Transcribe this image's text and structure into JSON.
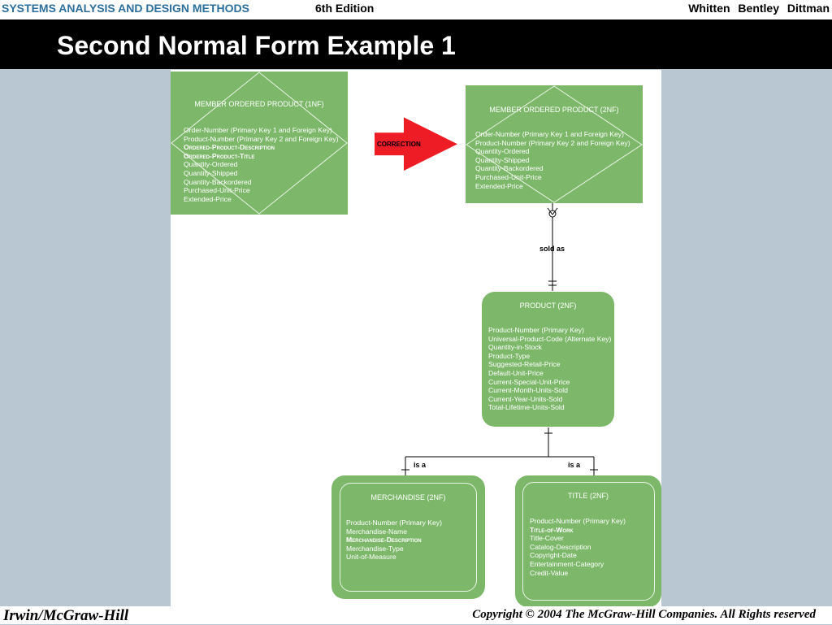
{
  "header": {
    "course_title": "SYSTEMS ANALYSIS AND DESIGN METHODS",
    "edition": "6th Edition",
    "authors": "Whitten   Bentley   Dittman"
  },
  "slide_title": "Second Normal Form Example 1",
  "footer": {
    "publisher": "Irwin/McGraw-Hill",
    "copyright": "Copyright © 2004 The McGraw-Hill Companies. All Rights reserved"
  },
  "diagram": {
    "entity_1nf": {
      "title": "MEMBER ORDERED PRODUCT (1NF)",
      "attributes": [
        {
          "text": "Order-Number (Primary Key 1 and Foreign Key)",
          "sc": false
        },
        {
          "text": "Product-Number (Primary Key 2 and Foreign Key)",
          "sc": false
        },
        {
          "text": "Ordered-Product-Description",
          "sc": true
        },
        {
          "text": "Ordered-Product-Title",
          "sc": true
        },
        {
          "text": "Quantity-Ordered",
          "sc": false
        },
        {
          "text": "Quantity-Shipped",
          "sc": false
        },
        {
          "text": "Quantity-Backordered",
          "sc": false
        },
        {
          "text": "Purchased-Unit-Price",
          "sc": false
        },
        {
          "text": "Extended-Price",
          "sc": false
        }
      ]
    },
    "correction_label": "CORRECTION",
    "entity_2nf": {
      "title": "MEMBER ORDERED PRODUCT (2NF)",
      "attributes": [
        {
          "text": "Order-Number (Primary Key 1 and Foreign Key)",
          "sc": false
        },
        {
          "text": "Product-Number (Primary Key 2 and Foreign Key)",
          "sc": false
        },
        {
          "text": "Quantity-Ordered",
          "sc": false
        },
        {
          "text": "Quantity-Shipped",
          "sc": false
        },
        {
          "text": "Quantity-Backordered",
          "sc": false
        },
        {
          "text": "Purchased-Unit-Price",
          "sc": false
        },
        {
          "text": "Extended-Price",
          "sc": false
        }
      ]
    },
    "rel_sold_as": "sold as",
    "product": {
      "title": "PRODUCT (2NF)",
      "attributes": [
        {
          "text": "Product-Number (Primary Key)",
          "sc": false
        },
        {
          "text": "Universal-Product-Code (Alternate Key)",
          "sc": false
        },
        {
          "text": "Quantity-in-Stock",
          "sc": false
        },
        {
          "text": "Product-Type",
          "sc": false
        },
        {
          "text": "Suggested-Retail-Price",
          "sc": false
        },
        {
          "text": "Default-Unit-Price",
          "sc": false
        },
        {
          "text": "Current-Special-Unit-Price",
          "sc": false
        },
        {
          "text": "Current-Month-Units-Sold",
          "sc": false
        },
        {
          "text": "Current-Year-Units-Sold",
          "sc": false
        },
        {
          "text": "Total-Lifetime-Units-Sold",
          "sc": false
        }
      ]
    },
    "rel_is_a_left": "is a",
    "rel_is_a_right": "is a",
    "merchandise": {
      "title": "MERCHANDISE (2NF)",
      "attributes": [
        {
          "text": "Product-Number (Primary Key)",
          "sc": false
        },
        {
          "text": "Merchandise-Name",
          "sc": false
        },
        {
          "text": "Merchandise-Description",
          "sc": true
        },
        {
          "text": "Merchandise-Type",
          "sc": false
        },
        {
          "text": "Unit-of-Measure",
          "sc": false
        }
      ]
    },
    "title_entity": {
      "title": "TITLE (2NF)",
      "attributes": [
        {
          "text": "Product-Number (Primary Key)",
          "sc": false
        },
        {
          "text": "Title-of-Work",
          "sc": true
        },
        {
          "text": "Title-Cover",
          "sc": false
        },
        {
          "text": "Catalog-Description",
          "sc": false
        },
        {
          "text": "Copyright-Date",
          "sc": false
        },
        {
          "text": "Entertainment-Category",
          "sc": false
        },
        {
          "text": "Credit-Value",
          "sc": false
        }
      ]
    },
    "colors": {
      "entity_fill": "#7db86a",
      "arrow": "#ee1c24",
      "background": "#b8c7d2"
    }
  }
}
